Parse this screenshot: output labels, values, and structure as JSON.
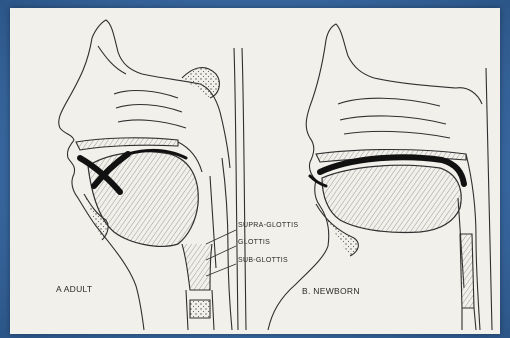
{
  "labels": {
    "supra_glottis": "SUPRA-GLOTTIS",
    "glottis": "GLOTTIS",
    "sub_glottis": "SUB-GLOTTIS",
    "adult_caption": "A ADULT",
    "newborn_caption": "B. NEWBORN"
  },
  "colors": {
    "background": "#3b6ea8",
    "paper": "#f2f0ea",
    "ink": "#2a2a2a"
  }
}
